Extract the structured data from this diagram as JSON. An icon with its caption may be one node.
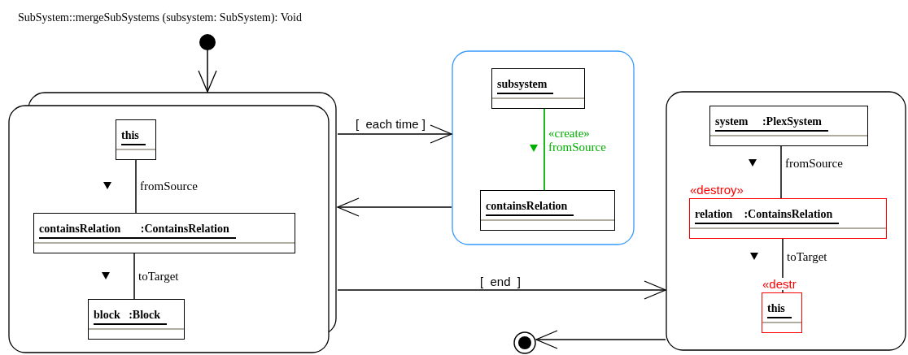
{
  "diagram": {
    "title": "SubSystem::mergeSubSystems (subsystem: SubSystem): Void",
    "nodes": [
      {
        "text": [],
        "shape": "circle"
      },
      {
        "text": [],
        "shape": "box"
      },
      {
        "text": [
          "this"
        ],
        "in": 1
      },
      {
        "text": [
          "containsRelation       :ContainsRelation"
        ],
        "in": 1
      },
      {
        "text": [
          "block   :Block"
        ],
        "in": 1
      },
      {
        "text": [],
        "shape": "box"
      },
      {
        "text": [
          "subsystem"
        ],
        "in": 5
      },
      {
        "text": [
          "containsRelation"
        ],
        "in": 5
      },
      {
        "text": [],
        "shape": "box"
      },
      {
        "text": [
          "system     :PlexSystem"
        ],
        "in": 8
      },
      {
        "text": [
          "relation    :ContainsRelation"
        ],
        "in": 8,
        "beside": [
          "«destroy»"
        ]
      },
      {
        "text": [
          "this"
        ],
        "in": 8,
        "beside": [
          "«destr"
        ]
      },
      {
        "text": [],
        "shape": "circle"
      }
    ],
    "edges": [
      {
        "from": 0,
        "to": 1,
        "arrow": "to"
      },
      {
        "from": 1,
        "to": 5,
        "arrow": "to",
        "label": "[  each time ]"
      },
      {
        "from": 5,
        "to": 1,
        "arrow": "to"
      },
      {
        "from": 1,
        "to": 8,
        "arrow": "to",
        "label": "[  end  ]"
      },
      {
        "from": 8,
        "to": 12,
        "arrow": "to"
      },
      {
        "from": 2,
        "to": 3,
        "arrow": "none",
        "label": "fromSource"
      },
      {
        "from": 3,
        "to": 4,
        "arrow": "none",
        "label": "toTarget"
      },
      {
        "from": 6,
        "to": 7,
        "arrow": "none",
        "label": "«create» fromSource",
        "color": "#00b000"
      },
      {
        "from": 9,
        "to": 10,
        "arrow": "none",
        "label": "fromSource"
      },
      {
        "from": 10,
        "to": 11,
        "arrow": "none",
        "label": "toTarget"
      }
    ]
  }
}
